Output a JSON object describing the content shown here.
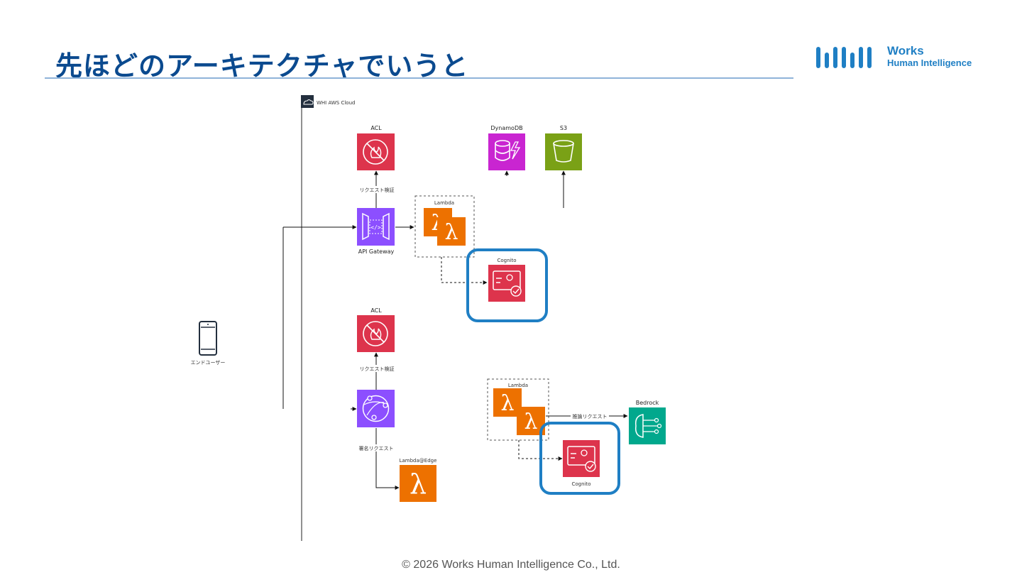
{
  "slide": {
    "title": "先ほどのアーキテクチャでいうと",
    "footer": "© 2026 Works Human Intelligence Co., Ltd.",
    "accent_color": "#0b4a8f",
    "highlight_color": "#1f7fc4"
  },
  "logo": {
    "line1": "Works",
    "line2": "Human Intelligence"
  },
  "diagram": {
    "cloud_label": "WHI AWS Cloud",
    "user_label": "エンドユーザー",
    "acl1_label": "ACL",
    "acl2_label": "ACL",
    "dynamodb_label": "DynamoDB",
    "s3_label": "S3",
    "apigw_label": "API Gateway",
    "lambda1_label": "Lambda",
    "cognito1_label": "Cognito",
    "lambda2_label": "Lambda",
    "bedrock_label": "Bedrock",
    "cognito2_label": "Cognito",
    "lambda_edge_label": "Lambda@Edge",
    "edge_request_verify_1": "リクエスト検証",
    "edge_request_verify_2": "リクエスト検証",
    "edge_signed_request": "署名リクエスト",
    "edge_inference_request": "推論リクエスト",
    "colors": {
      "waf": "#dd344c",
      "dynamodb": "#c925d1",
      "s3": "#7aa116",
      "network": "#8c4fff",
      "compute": "#ed7100",
      "security": "#dd344c",
      "ml": "#01a88d"
    }
  }
}
